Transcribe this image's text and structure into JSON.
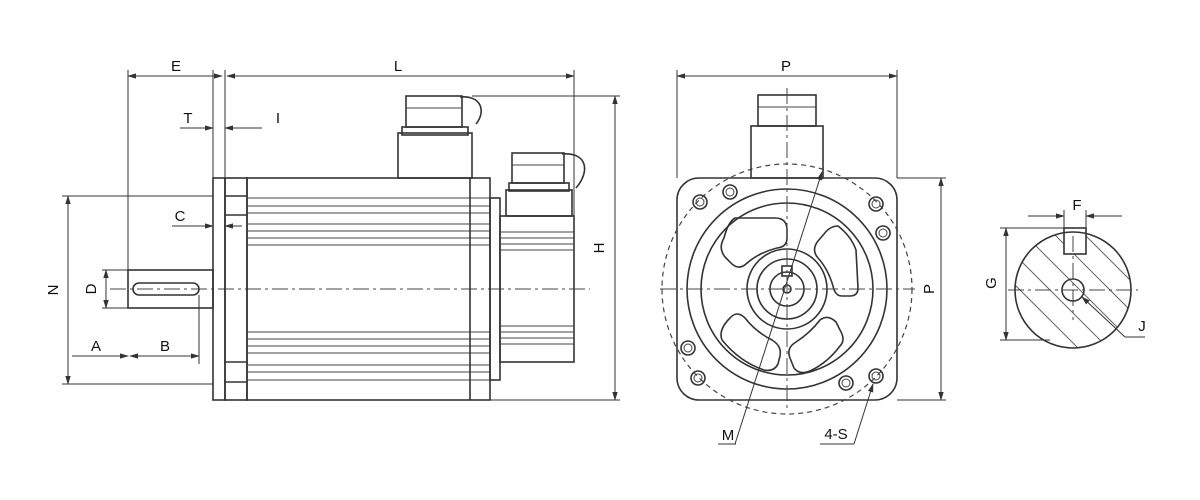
{
  "dimension_labels": {
    "E": "E",
    "L": "L",
    "T": "T",
    "I": "I",
    "C": "C",
    "N": "N",
    "D": "D",
    "A": "A",
    "B": "B",
    "H": "H",
    "P_top": "P",
    "P_side": "P",
    "M": "M",
    "S": "4-S",
    "F": "F",
    "G": "G",
    "J": "J"
  }
}
